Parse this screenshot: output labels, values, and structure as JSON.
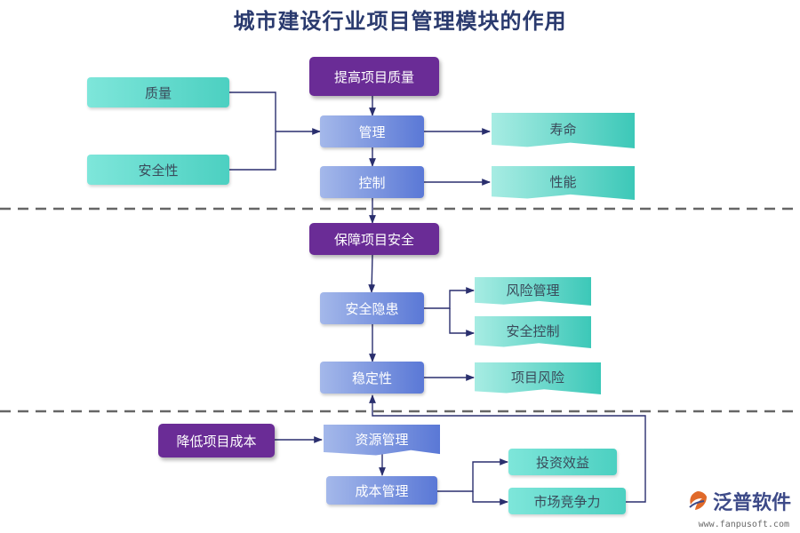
{
  "title": "城市建设行业项目管理模块的作用",
  "section1": {
    "header": "提高项目质量",
    "inputs": [
      "质量",
      "安全性"
    ],
    "manage": "管理",
    "control": "控制",
    "outputs": [
      "寿命",
      "性能"
    ]
  },
  "section2": {
    "header": "保障项目安全",
    "hazard": "安全隐患",
    "stability": "稳定性",
    "outputs": [
      "风险管理",
      "安全控制",
      "项目风险"
    ]
  },
  "section3": {
    "header": "降低项目成本",
    "resource": "资源管理",
    "cost": "成本管理",
    "outputs": [
      "投资效益",
      "市场竞争力"
    ]
  },
  "logo": {
    "name": "泛普软件",
    "url": "www.fanpusoft.com"
  },
  "colors": {
    "purple": "#6a2c96",
    "teal": "#4cd0c1",
    "blue": "#5a78d6",
    "line": "#2a2f6e",
    "divider": "#666666"
  }
}
